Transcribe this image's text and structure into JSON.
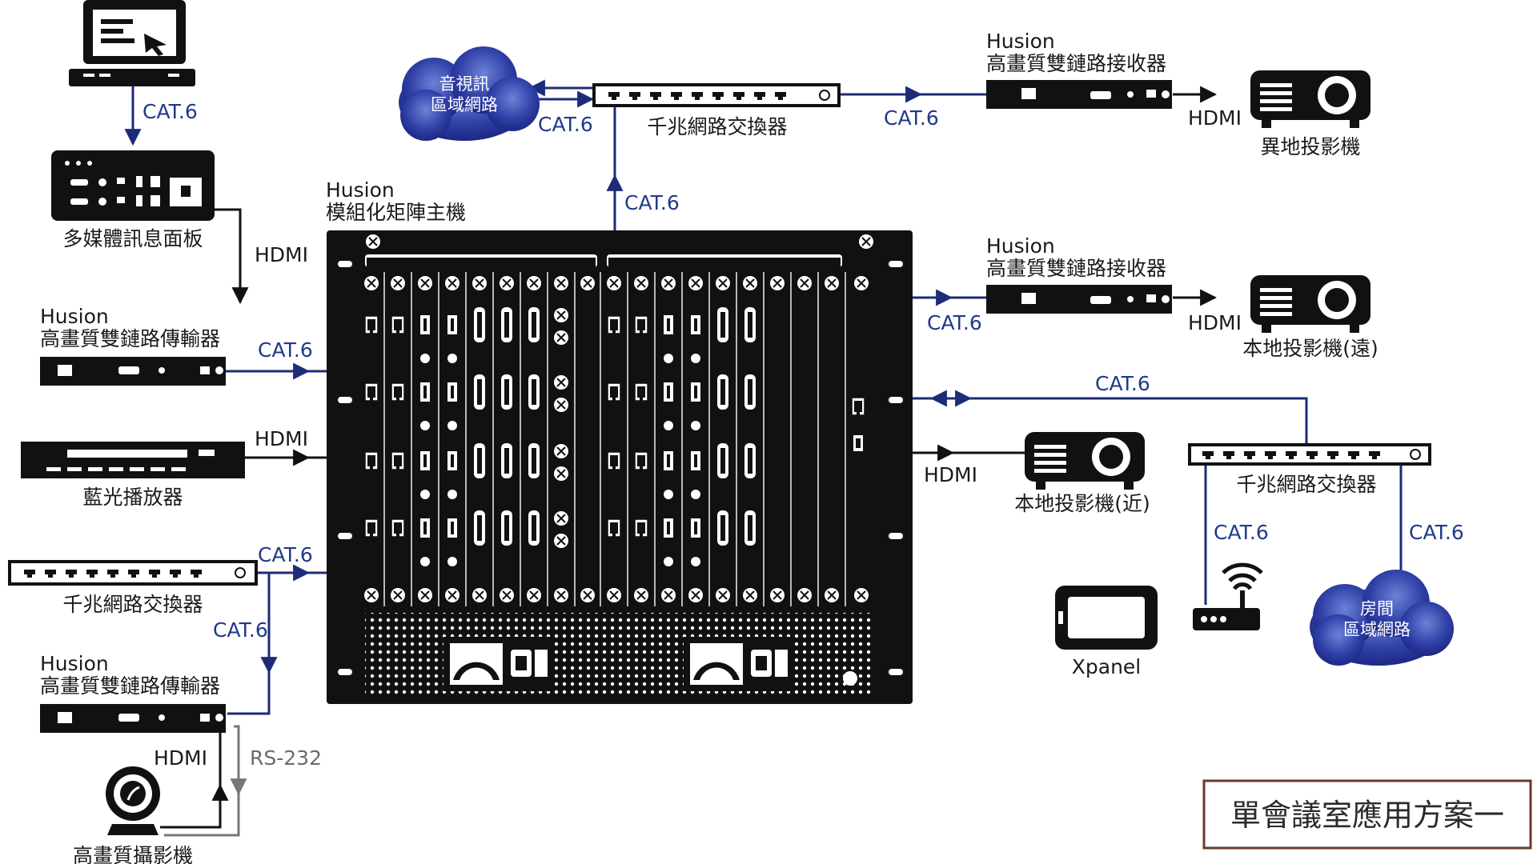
{
  "devices": {
    "laptop": {},
    "media_panel": {
      "label": "多媒體訊息面板"
    },
    "tx_top": {
      "brand": "Husion",
      "label": "高畫質雙鏈路傳輸器"
    },
    "bluray": {
      "label": "藍光播放器"
    },
    "switch_left": {
      "label": "千兆網路交換器"
    },
    "tx_bottom": {
      "brand": "Husion",
      "label": "高畫質雙鏈路傳輸器"
    },
    "camera": {
      "label": "高畫質攝影機"
    },
    "cloud_av": {
      "line1": "音視訊",
      "line2": "區域網路"
    },
    "switch_top": {
      "label": "千兆網路交換器"
    },
    "matrix": {
      "brand": "Husion",
      "label": "模組化矩陣主機"
    },
    "rx_remote": {
      "brand": "Husion",
      "label": "高畫質雙鏈路接收器"
    },
    "proj_remote": {
      "label": "異地投影機"
    },
    "rx_far": {
      "brand": "Husion",
      "label": "高畫質雙鏈路接收器"
    },
    "proj_far": {
      "label": "本地投影機(遠)"
    },
    "proj_near": {
      "label": "本地投影機(近)"
    },
    "switch_right": {
      "label": "千兆網路交換器"
    },
    "router": {},
    "cloud_room": {
      "line1": "房間",
      "line2": "區域網路"
    },
    "xpanel": {
      "label": "Xpanel"
    }
  },
  "links": {
    "laptop_panel": "CAT.6",
    "panel_tx": "HDMI",
    "tx_matrix": "CAT.6",
    "bluray_matrix": "HDMI",
    "switch_matrix": "CAT.6",
    "switch_tx2": "CAT.6",
    "camera_hdmi": "HDMI",
    "camera_rs232": "RS-232",
    "cloud_switch": "CAT.6",
    "matrix_switch_top": "CAT.6",
    "switch_rx_remote": "CAT.6",
    "rx_remote_proj": "HDMI",
    "matrix_rx_far": "CAT.6",
    "rx_far_proj": "HDMI",
    "matrix_switch_right": "CAT.6",
    "matrix_proj_near": "HDMI",
    "switch_router": "CAT.6",
    "switch_cloud_room": "CAT.6"
  },
  "scheme_title": "單會議室應用方案一",
  "colors": {
    "wire_blue": "#1e2b78",
    "cloud_blue": "#24339a",
    "device": "#111111",
    "title_border": "#6b3a2a"
  }
}
